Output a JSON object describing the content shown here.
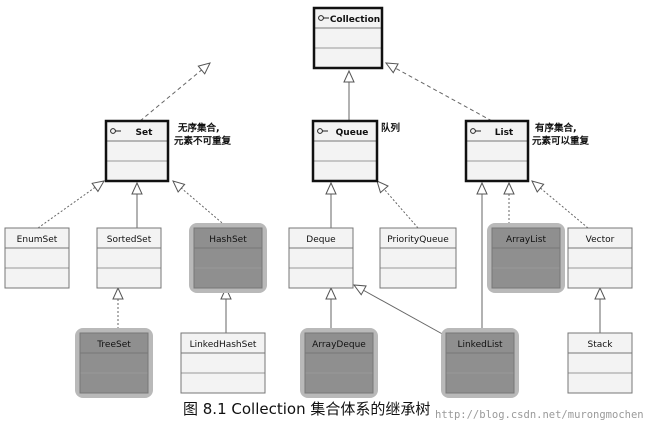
{
  "diagram": {
    "nodes": {
      "collection": {
        "label": "Collection"
      },
      "set": {
        "label": "Set"
      },
      "queue": {
        "label": "Queue"
      },
      "list": {
        "label": "List"
      },
      "enumset": {
        "label": "EnumSet"
      },
      "sortedset": {
        "label": "SortedSet"
      },
      "hashset": {
        "label": "HashSet"
      },
      "deque": {
        "label": "Deque"
      },
      "priorityqueue": {
        "label": "PriorityQueue"
      },
      "arraylist": {
        "label": "ArrayList"
      },
      "vector": {
        "label": "Vector"
      },
      "treeset": {
        "label": "TreeSet"
      },
      "linkedhashset": {
        "label": "LinkedHashSet"
      },
      "arraydeque": {
        "label": "ArrayDeque"
      },
      "linkedlist": {
        "label": "LinkedList"
      },
      "stack": {
        "label": "Stack"
      }
    },
    "notes": {
      "set_line1": "无序集合,",
      "set_line2": "元素不可重复",
      "queue": "队列",
      "list_line1": "有序集合,",
      "list_line2": "元素可以重复"
    },
    "caption": "图 8.1   Collection 集合体系的继承树",
    "watermark": "http://blog.csdn.net/murongmochen"
  }
}
